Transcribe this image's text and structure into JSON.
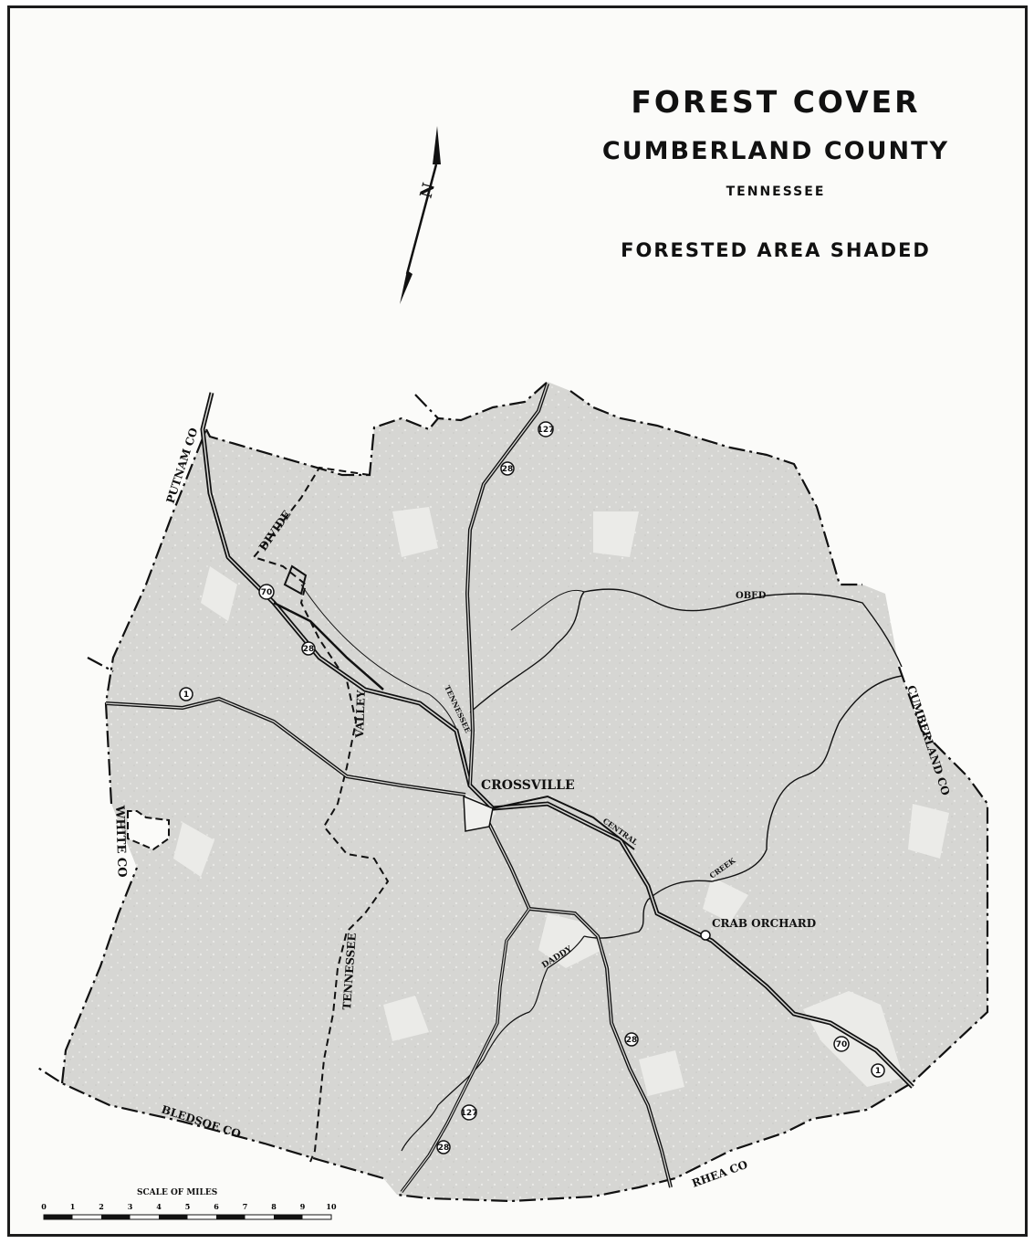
{
  "title": {
    "main": "FOREST COVER",
    "county": "CUMBERLAND COUNTY",
    "state": "TENNESSEE",
    "legend": "FORESTED AREA SHADED"
  },
  "north_arrow": {
    "letter": "N"
  },
  "places": {
    "crossville": "CROSSVILLE",
    "crab_orchard": "CRAB ORCHARD"
  },
  "counties": {
    "putnam": "PUTNAM CO",
    "white": "WHITE CO",
    "bledsoe": "BLEDSOE CO",
    "rhea": "RHEA CO",
    "cumberland": "CUMBERLAND CO"
  },
  "features": {
    "divide": "DIVIDE",
    "valley": "VALLEY",
    "tennessee_1": "TENNESSEE",
    "tennessee_2": "TENNESSEE",
    "central": "CENTRAL",
    "obed": "OBED",
    "creek": "CREEK",
    "daddy": "DADDY"
  },
  "scale": {
    "title": "SCALE OF MILES",
    "ticks": [
      "0",
      "1",
      "2",
      "3",
      "4",
      "5",
      "6",
      "7",
      "8",
      "9",
      "10"
    ]
  },
  "colors": {
    "forest_shade": "#d6d6d3",
    "ink": "#111111",
    "paper": "#fbfbf9"
  }
}
